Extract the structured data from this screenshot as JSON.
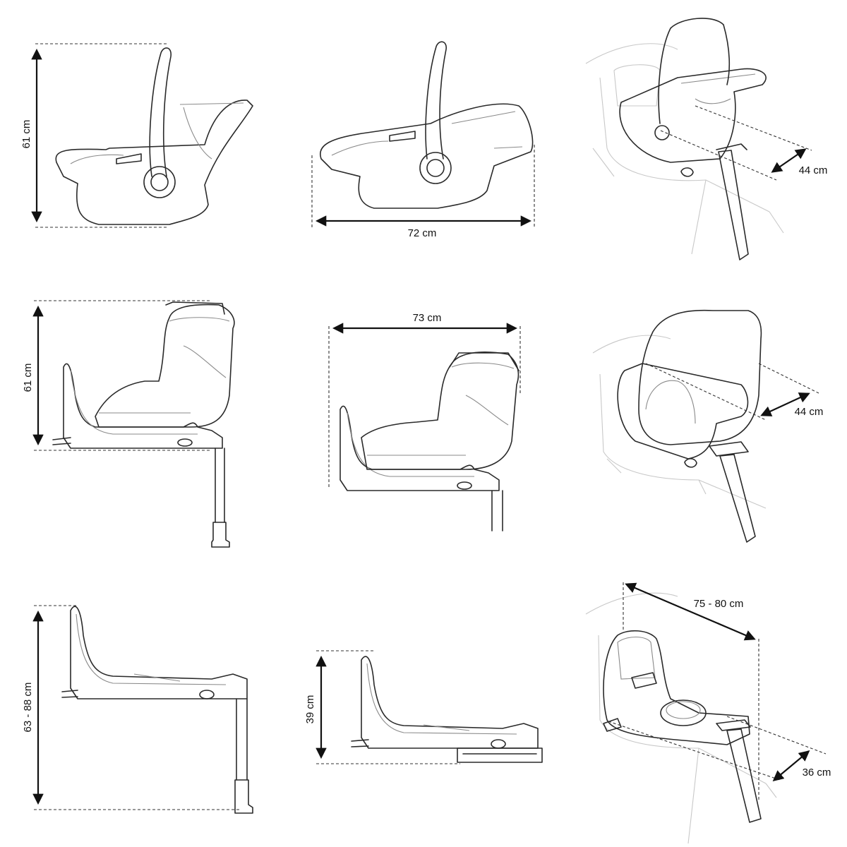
{
  "labels": {
    "carrier_height": "61 cm",
    "carrier_length": "72 cm",
    "carrier_width": "44 cm",
    "seat_height": "61 cm",
    "seat_length": "73 cm",
    "seat_width": "44 cm",
    "base_height": "63 - 88 cm",
    "base_folded_height": "39 cm",
    "base_length": "75 - 80 cm",
    "base_width": "36 cm"
  }
}
